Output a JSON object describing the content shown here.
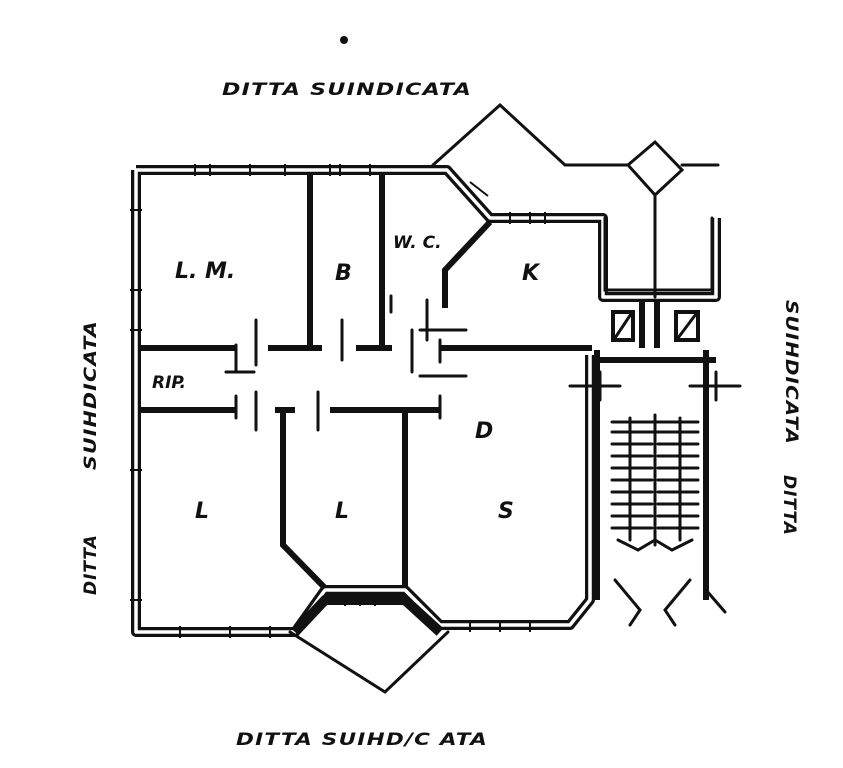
{
  "plan": {
    "boundary_labels": {
      "top": "DITTA  SUINDICATA",
      "bottom": "DITTA  SUIHD/C ATA",
      "left_word1": "DITTA",
      "left_word2": "SUIHDICATA",
      "right_word1": "DITTA",
      "right_word2": "SUIHDICATA"
    },
    "rooms": {
      "living_master": "L. M.",
      "bath": "B",
      "wc": "W. C.",
      "kitchen": "K",
      "storage": "RIP.",
      "hall": "D",
      "bedroom_1": "L",
      "bedroom_2": "L",
      "living_room": "S"
    }
  }
}
